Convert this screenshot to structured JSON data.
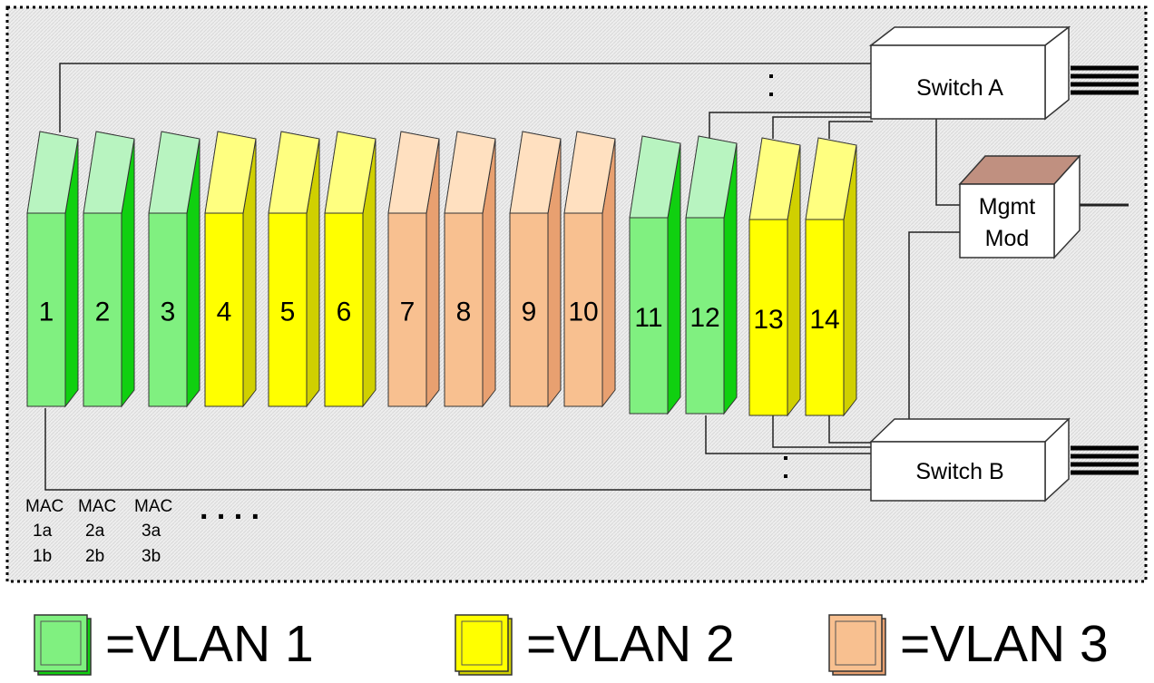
{
  "colors": {
    "vlan1_front": "#80f080",
    "vlan1_top": "#b8f4c0",
    "vlan1_side": "#10d010",
    "vlan2_front": "#ffff00",
    "vlan2_top": "#ffff80",
    "vlan2_side": "#d0d000",
    "vlan3_front": "#f8c090",
    "vlan3_top": "#ffe0c0",
    "vlan3_side": "#e8a070",
    "mgmt_top": "#c09080",
    "chassis_bg": "#ededed"
  },
  "blades": [
    {
      "label": "1",
      "vlan": 1
    },
    {
      "label": "2",
      "vlan": 1
    },
    {
      "label": "3",
      "vlan": 1
    },
    {
      "label": "4",
      "vlan": 2
    },
    {
      "label": "5",
      "vlan": 2
    },
    {
      "label": "6",
      "vlan": 2
    },
    {
      "label": "7",
      "vlan": 3
    },
    {
      "label": "8",
      "vlan": 3
    },
    {
      "label": "9",
      "vlan": 3
    },
    {
      "label": "10",
      "vlan": 3
    },
    {
      "label": "11",
      "vlan": 1
    },
    {
      "label": "12",
      "vlan": 1
    },
    {
      "label": "13",
      "vlan": 2
    },
    {
      "label": "14",
      "vlan": 2
    }
  ],
  "switch_a": {
    "label": "Switch A"
  },
  "switch_b": {
    "label": "Switch B"
  },
  "mgmt": {
    "line1": "Mgmt",
    "line2": "Mod"
  },
  "mac_columns": [
    {
      "header": "MAC",
      "a": "1a",
      "b": "1b"
    },
    {
      "header": "MAC",
      "a": "2a",
      "b": "2b"
    },
    {
      "header": "MAC",
      "a": "3a",
      "b": "3b"
    }
  ],
  "ellipsis": ". . . .",
  "legend": [
    {
      "label": "=VLAN 1",
      "vlan": 1
    },
    {
      "label": "=VLAN 2",
      "vlan": 2
    },
    {
      "label": "=VLAN 3",
      "vlan": 3
    }
  ]
}
